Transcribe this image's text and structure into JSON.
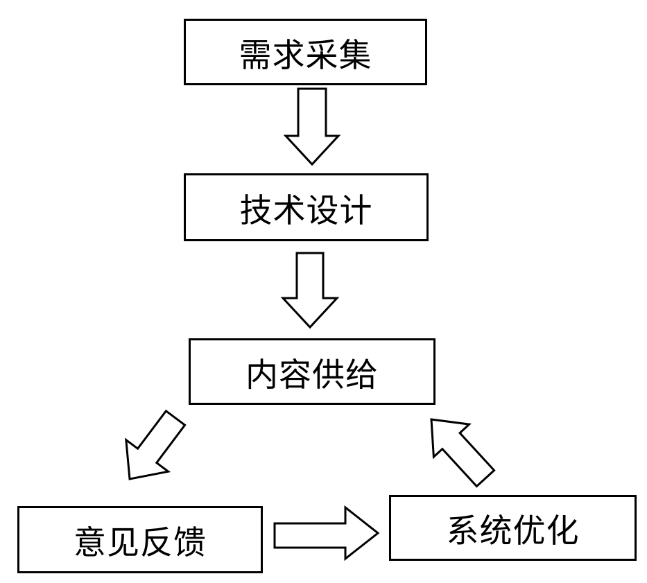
{
  "nodes": [
    {
      "label": "需求采集"
    },
    {
      "label": "技术设计"
    },
    {
      "label": "内容供给"
    },
    {
      "label": "意见反馈"
    },
    {
      "label": "系统优化"
    }
  ],
  "edges": [
    [
      0,
      1
    ],
    [
      1,
      2
    ],
    [
      2,
      3
    ],
    [
      3,
      4
    ],
    [
      4,
      2
    ]
  ],
  "colors": {
    "stroke": "#000000",
    "fill": "#ffffff"
  }
}
